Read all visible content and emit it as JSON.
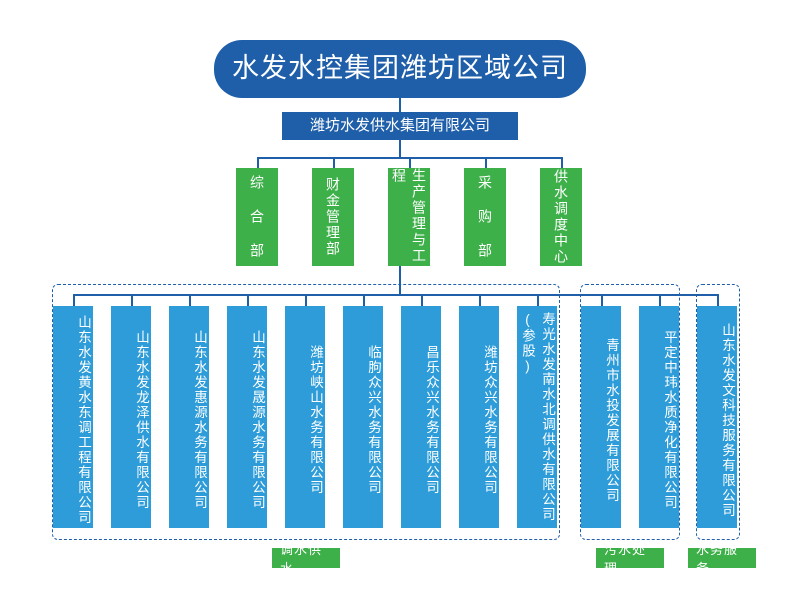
{
  "chart_data": {
    "type": "diagram",
    "title": "水发水控集团潍坊区域公司",
    "subtitle": "潍坊水发供水集团有限公司",
    "diagram_kind": "organization-chart",
    "colors": {
      "root": "#1f5fa9",
      "department": "#3eb04a",
      "company": "#2d9cd8",
      "line": "#1f5fa9",
      "background": "#ffffff"
    },
    "levels": [
      {
        "name": "root",
        "nodes": [
          "水发水控集团潍坊区域公司"
        ]
      },
      {
        "name": "level2",
        "nodes": [
          "潍坊水发供水集团有限公司"
        ]
      },
      {
        "name": "departments",
        "nodes": [
          "综合部",
          "财金管理部",
          "生产管理与工程部",
          "采购部",
          "供水调度中心"
        ]
      },
      {
        "name": "subsidiaries",
        "nodes": [
          "山东水发黄水东调工程有限公司",
          "山东水发龙泽供水有限公司",
          "山东水发惠源水务有限公司",
          "山东水发晟源水务有限公司",
          "潍坊峡山水务有限公司",
          "临朐众兴水务有限公司",
          "昌乐众兴水务有限公司",
          "潍坊众兴水务有限公司",
          "寿光水发南水北调供水有限公司(参股)",
          "青州市水投发展有限公司",
          "平定中玮水质净化有限公司",
          "山东水发文科技服务有限公司"
        ]
      }
    ],
    "groups": [
      {
        "label": "调水供水",
        "members": 9
      },
      {
        "label": "污水处理",
        "members": 2
      },
      {
        "label": "水务服务",
        "members": 1
      }
    ]
  },
  "root": {
    "title": "水发水控集团潍坊区域公司"
  },
  "level2": {
    "title": "潍坊水发供水集团有限公司"
  },
  "departments": [
    {
      "label": "综 合 部"
    },
    {
      "label": "财金管理部"
    },
    {
      "label": "生产管理与工程"
    },
    {
      "label": "采 购 部"
    },
    {
      "label": "供水调度中心"
    }
  ],
  "companies": [
    {
      "label": "山东水发黄水东调工程有限公司"
    },
    {
      "label": "山东水发龙泽供水有限公司"
    },
    {
      "label": "山东水发惠源水务有限公司"
    },
    {
      "label": "山东水发晟源水务有限公司"
    },
    {
      "label": "潍坊峡山水务有限公司"
    },
    {
      "label": "临朐众兴水务有限公司"
    },
    {
      "label": "昌乐众兴水务有限公司"
    },
    {
      "label": "潍坊众兴水务有限公司"
    },
    {
      "label": "寿光水发南水北调供水有限公司(参股)"
    },
    {
      "label": "青州市水投发展有限公司"
    },
    {
      "label": "平定中玮水质净化有限公司"
    },
    {
      "label": "山东水发文科技服务有限公司"
    }
  ],
  "group_labels": [
    {
      "label": "调水供水"
    },
    {
      "label": "污水处理"
    },
    {
      "label": "水务服务"
    }
  ]
}
